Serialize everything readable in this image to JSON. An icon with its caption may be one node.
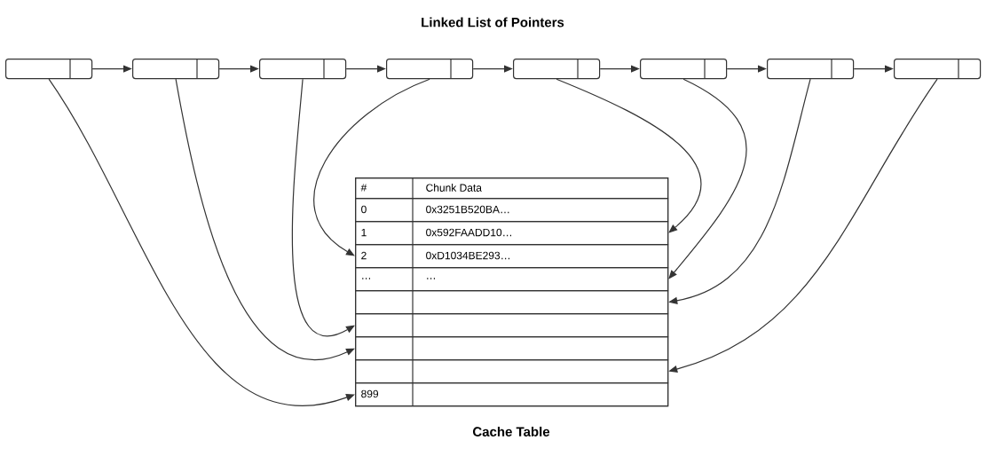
{
  "diagram": {
    "title": "Linked List of Pointers",
    "nodes": [
      {
        "text": [],
        "shape": "box"
      },
      {
        "text": [],
        "shape": "box"
      },
      {
        "text": [],
        "shape": "box"
      },
      {
        "text": [],
        "shape": "box"
      },
      {
        "text": [],
        "shape": "box"
      },
      {
        "text": [],
        "shape": "box"
      },
      {
        "text": [],
        "shape": "box"
      },
      {
        "text": [],
        "shape": "box"
      },
      {
        "text": [
          "Cache Table"
        ]
      },
      {
        "text": [
          "#",
          "Chunk Data"
        ],
        "in": 8
      },
      {
        "text": [
          "0",
          "0x3251B520BA…"
        ],
        "in": 8
      },
      {
        "text": [
          "1",
          "0x592FAADD10…"
        ],
        "in": 8
      },
      {
        "text": [
          "2",
          "0xD1034BE293…"
        ],
        "in": 8
      },
      {
        "text": [
          "…",
          "…"
        ],
        "in": 8
      },
      {
        "text": [],
        "shape": "box",
        "in": 8
      },
      {
        "text": [],
        "shape": "box",
        "in": 8
      },
      {
        "text": [],
        "shape": "box",
        "in": 8
      },
      {
        "text": [],
        "shape": "box",
        "in": 8
      },
      {
        "text": [
          "899"
        ],
        "in": 8
      }
    ],
    "edges": [
      {
        "from": 0,
        "to": 1,
        "arrow": "to"
      },
      {
        "from": 1,
        "to": 2,
        "arrow": "to"
      },
      {
        "from": 2,
        "to": 3,
        "arrow": "to"
      },
      {
        "from": 3,
        "to": 4,
        "arrow": "to"
      },
      {
        "from": 4,
        "to": 5,
        "arrow": "to"
      },
      {
        "from": 5,
        "to": 6,
        "arrow": "to"
      },
      {
        "from": 6,
        "to": 7,
        "arrow": "to"
      },
      {
        "from": 0,
        "to": 18,
        "arrow": "to"
      },
      {
        "from": 1,
        "to": 16,
        "arrow": "to"
      },
      {
        "from": 2,
        "to": 15,
        "arrow": "to"
      },
      {
        "from": 3,
        "to": 12,
        "arrow": "to"
      },
      {
        "from": 4,
        "to": 11,
        "arrow": "to"
      },
      {
        "from": 5,
        "to": 13,
        "arrow": "to"
      },
      {
        "from": 6,
        "to": 14,
        "arrow": "to"
      },
      {
        "from": 7,
        "to": 17,
        "arrow": "to"
      }
    ]
  }
}
